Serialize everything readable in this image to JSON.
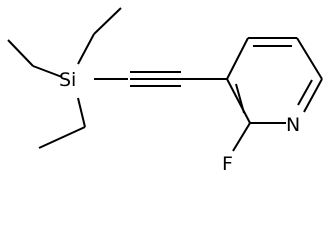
{
  "molecule": {
    "atoms": {
      "silicon": "Si",
      "nitrogen": "N",
      "fluorine": "F"
    }
  }
}
